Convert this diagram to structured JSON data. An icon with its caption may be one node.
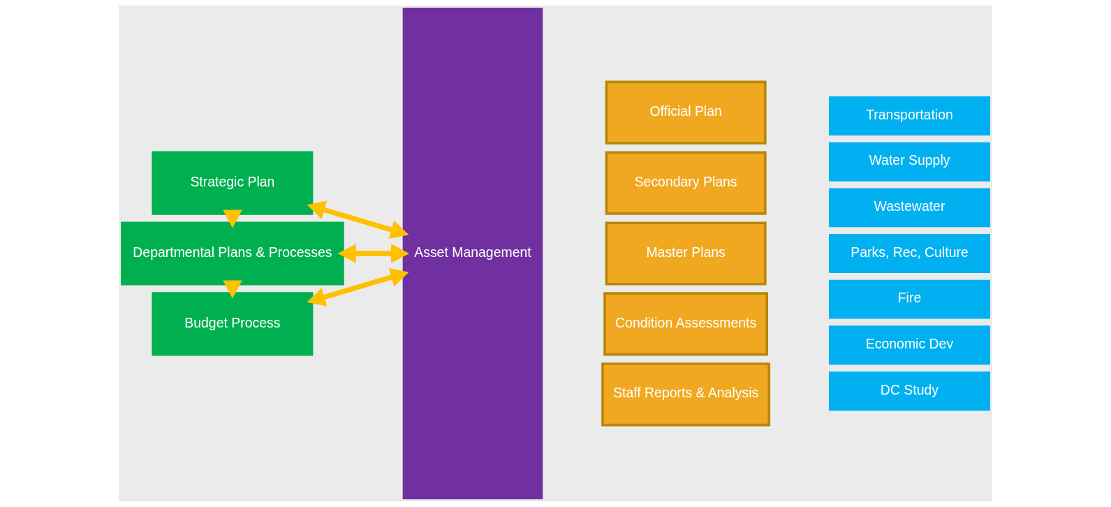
{
  "diagram": {
    "nodes": [
      {
        "text": [
          "Strategic Plan"
        ]
      },
      {
        "text": [
          "Departmental Plans & Processes"
        ]
      },
      {
        "text": [
          "Budget Process"
        ]
      },
      {
        "text": [
          "Asset Management"
        ]
      },
      {
        "text": [
          "Official Plan"
        ]
      },
      {
        "text": [
          "Secondary Plans"
        ]
      },
      {
        "text": [
          "Master Plans"
        ]
      },
      {
        "text": [
          "Condition Assessments"
        ]
      },
      {
        "text": [
          "Staff Reports & Analysis"
        ]
      },
      {
        "text": [
          "Transportation"
        ]
      },
      {
        "text": [
          "Water Supply"
        ]
      },
      {
        "text": [
          "Wastewater"
        ]
      },
      {
        "text": [
          "Parks, Rec, Culture"
        ]
      },
      {
        "text": [
          "Fire"
        ]
      },
      {
        "text": [
          "Economic Dev"
        ]
      },
      {
        "text": [
          "DC Study"
        ]
      }
    ],
    "edges": [
      {
        "from": 0,
        "to": 1,
        "arrow": "to"
      },
      {
        "from": 1,
        "to": 2,
        "arrow": "to"
      },
      {
        "from": 0,
        "to": 3,
        "arrow": "both"
      },
      {
        "from": 1,
        "to": 3,
        "arrow": "both"
      },
      {
        "from": 2,
        "to": 3,
        "arrow": "both"
      }
    ]
  }
}
